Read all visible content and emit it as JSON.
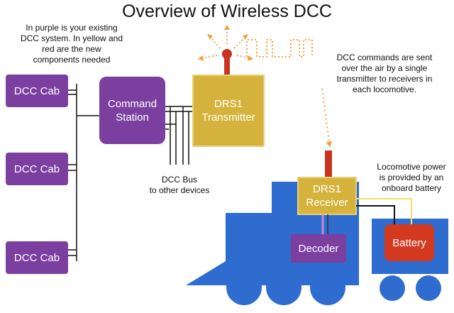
{
  "title": "Overview of Wireless DCC",
  "notes": {
    "legend": [
      "In purple is your existing",
      "DCC system. In yellow and",
      "red are the new",
      "components needed"
    ],
    "air": [
      "DCC commands are sent",
      "over the air by a single",
      "transmitter to receivers in",
      "each locomotive."
    ],
    "bus": [
      "DCC Bus",
      "to other devices"
    ],
    "power": [
      "Locomotive power",
      "is provided by an",
      "onboard battery"
    ]
  },
  "labels": {
    "cab1": "DCC Cab",
    "cab2": "DCC Cab",
    "cab3": "DCC Cab",
    "command_station": [
      "Command",
      "Station"
    ],
    "transmitter": [
      "DRS1",
      "Transmitter"
    ],
    "receiver": [
      "DRS1",
      "Receiver"
    ],
    "decoder": "Decoder",
    "battery": "Battery",
    "plus": "+"
  },
  "colors": {
    "purple": "#7b3fa0",
    "yellow": "#d4b23c",
    "red": "#c8341f",
    "blue": "#2f6cd0",
    "orange": "#f0a040"
  }
}
